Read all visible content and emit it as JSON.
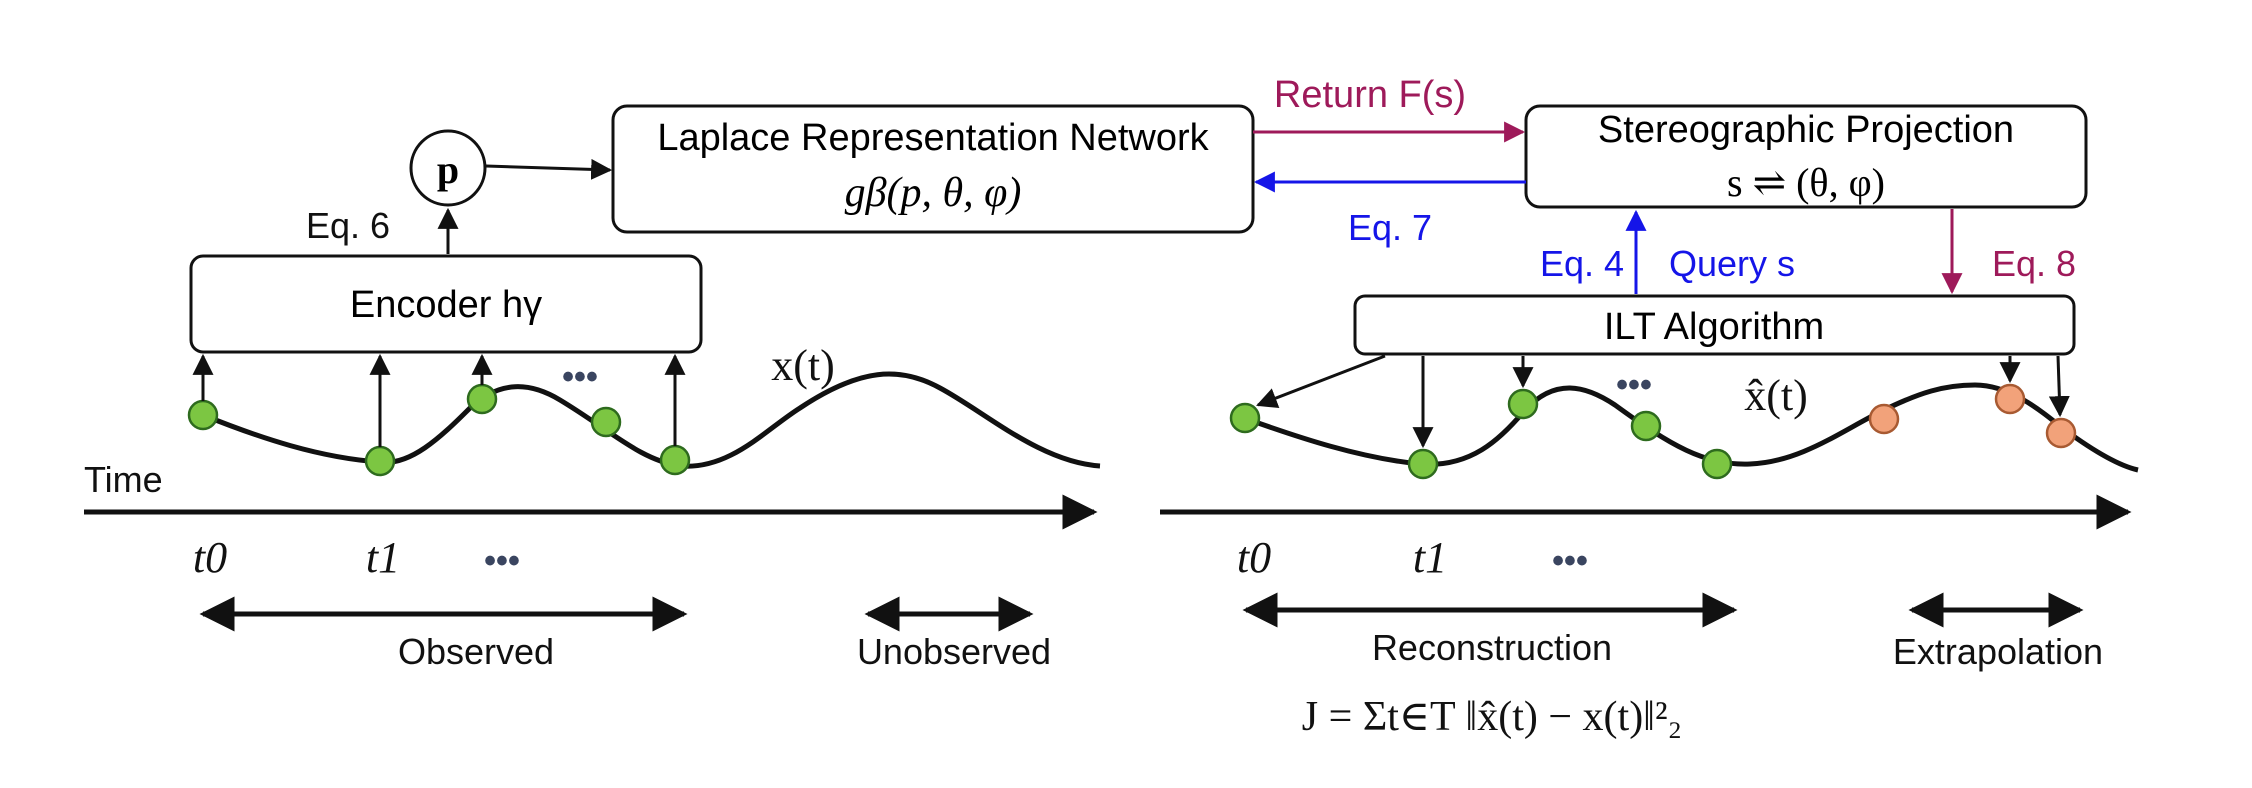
{
  "colors": {
    "black": "#111111",
    "green": "#7CC642",
    "green_stroke": "#2E6B1E",
    "orange": "#F2A27A",
    "orange_stroke": "#A85A32",
    "crimson": "#9E1A5A",
    "blue": "#1515E8",
    "dots": "#3A4560"
  },
  "node_p": {
    "label": "p"
  },
  "laplace_box": {
    "line1": "Laplace Representation Network",
    "line2": "gβ(p, θ, φ)"
  },
  "stereo_box": {
    "line1": "Stereographic Projection",
    "line2": "s ⇌ (θ, φ)"
  },
  "encoder_box": {
    "label": "Encoder hγ"
  },
  "ilt_box": {
    "label": "ILT Algorithm"
  },
  "edges": {
    "return_label": "Return F(s)",
    "eq6": "Eq. 6",
    "eq7": "Eq. 7",
    "eq4": "Eq. 4",
    "query": "Query s",
    "eq8": "Eq. 8"
  },
  "left_panel": {
    "time_label": "Time",
    "signal_label": "x(t)",
    "t0": "t0",
    "t1": "t1",
    "ellipsis": "•••",
    "observed": "Observed",
    "unobserved": "Unobserved"
  },
  "right_panel": {
    "signal_label": "x̂(t)",
    "t0": "t0",
    "t1": "t1",
    "ellipsis": "•••",
    "reconstruction": "Reconstruction",
    "extrapolation": "Extrapolation",
    "objective": "J = Σt∈T ‖x̂(t) − x(t)‖²₂"
  }
}
